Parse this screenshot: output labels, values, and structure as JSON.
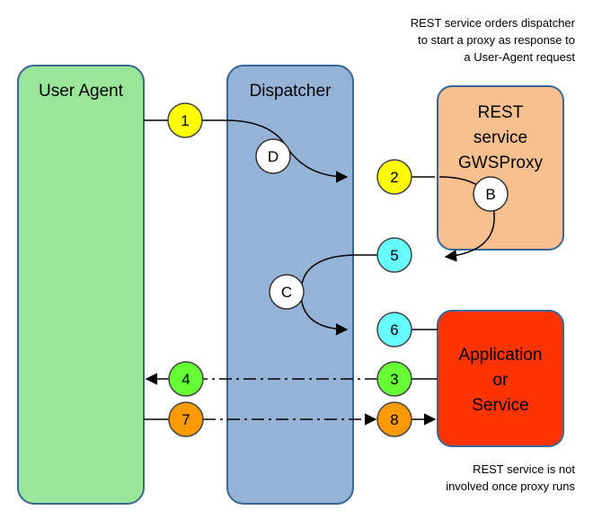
{
  "boxes": {
    "user_agent": {
      "label": "User Agent",
      "fill": "#99e599"
    },
    "dispatcher": {
      "label": "Dispatcher",
      "fill": "#94b3d7"
    },
    "rest_service": {
      "lines": [
        "REST",
        "service",
        "GWSProxy"
      ],
      "fill": "#f9c08f"
    },
    "application": {
      "lines": [
        "Application",
        "or",
        "Service"
      ],
      "fill": "#ff3300"
    }
  },
  "steps": [
    {
      "id": "1",
      "label": "1",
      "color": "#ffff00"
    },
    {
      "id": "2",
      "label": "2",
      "color": "#ffff00"
    },
    {
      "id": "3",
      "label": "3",
      "color": "#66ff33"
    },
    {
      "id": "4",
      "label": "4",
      "color": "#66ff33"
    },
    {
      "id": "5",
      "label": "5",
      "color": "#66ffff"
    },
    {
      "id": "6",
      "label": "6",
      "color": "#66ffff"
    },
    {
      "id": "7",
      "label": "7",
      "color": "#ff9900"
    },
    {
      "id": "8",
      "label": "8",
      "color": "#ff9900"
    }
  ],
  "markers": [
    {
      "id": "D",
      "label": "D"
    },
    {
      "id": "B",
      "label": "B"
    },
    {
      "id": "C",
      "label": "C"
    }
  ],
  "notes": {
    "top": [
      "REST service orders dispatcher",
      "to start a proxy as response to",
      "a User-Agent request"
    ],
    "bottom": [
      "REST service is not",
      "involved once proxy runs"
    ]
  }
}
